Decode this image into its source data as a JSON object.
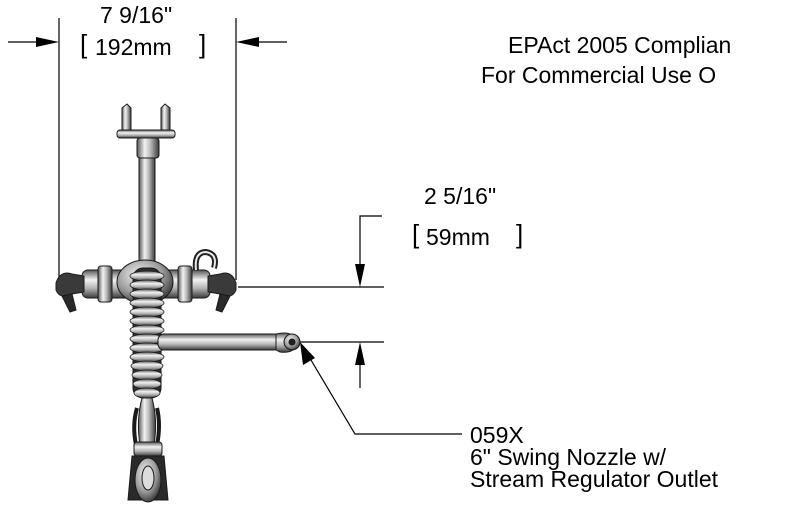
{
  "notes": {
    "line1": "EPAct 2005 Complian",
    "line2": "For Commercial Use O"
  },
  "width_dimension": {
    "imperial": "7 9/16\"",
    "metric": "192mm"
  },
  "height_dimension": {
    "imperial": "2 5/16\"",
    "metric": "59mm"
  },
  "callout": {
    "part_number": "059X",
    "line2": "6\" Swing Nozzle w/",
    "line3": "Stream Regulator Outlet"
  },
  "colors": {
    "ink": "#000000",
    "metal_dark": "#2b2b2b",
    "metal_mid": "#8a8a8a",
    "metal_light": "#e6e6e6"
  }
}
